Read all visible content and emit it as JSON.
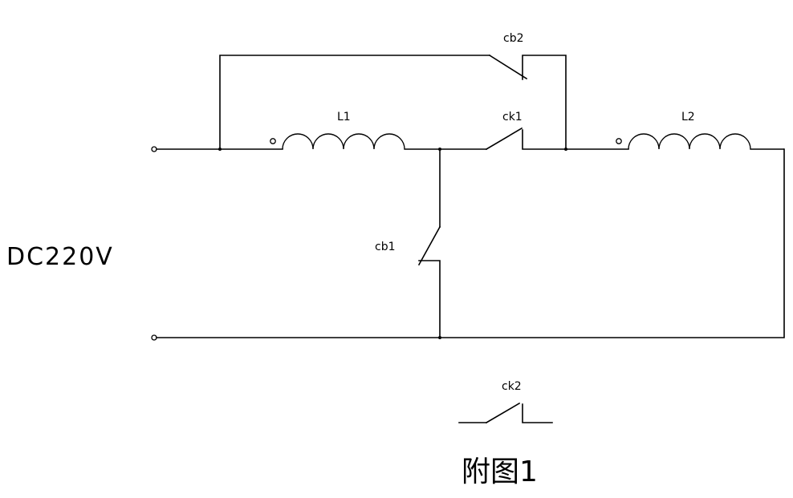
{
  "source_label": "DC220V",
  "components": {
    "L1": "L1",
    "L2": "L2",
    "ck1": "ck1",
    "ck2": "ck2",
    "cb1": "cb1",
    "cb2": "cb2"
  },
  "caption": "附图1"
}
